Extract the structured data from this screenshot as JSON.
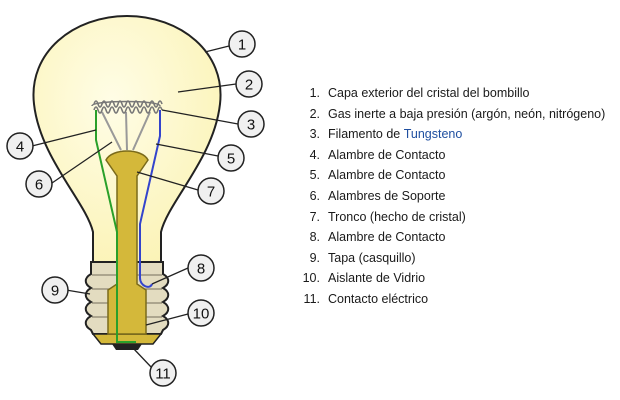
{
  "callouts": [
    "1",
    "2",
    "3",
    "4",
    "5",
    "6",
    "7",
    "8",
    "9",
    "10",
    "11"
  ],
  "legend": [
    {
      "num": "1.",
      "text": "Capa exterior del cristal del bombillo"
    },
    {
      "num": "2.",
      "text": "Gas inerte a baja presión (argón, neón, nitrógeno)"
    },
    {
      "num": "3.",
      "text": "Filamento de ",
      "link": "Tungsteno"
    },
    {
      "num": "4.",
      "text": "Alambre de Contacto"
    },
    {
      "num": "5.",
      "text": "Alambre de Contacto"
    },
    {
      "num": "6.",
      "text": "Alambres de Soporte"
    },
    {
      "num": "7.",
      "text": "Tronco (hecho de cristal)"
    },
    {
      "num": "8.",
      "text": "Alambre de Contacto"
    },
    {
      "num": "9.",
      "text": "Tapa (casquillo)"
    },
    {
      "num": "10.",
      "text": "Aislante de Vidrio"
    },
    {
      "num": "11.",
      "text": "Contacto eléctrico"
    }
  ],
  "colors": {
    "glass": "#fdf8c6",
    "stem": "#d4b83a",
    "cap": "#e8e0c0",
    "wire_green": "#2aa02a",
    "wire_blue": "#3344cc",
    "link": "#1f4fa0"
  }
}
